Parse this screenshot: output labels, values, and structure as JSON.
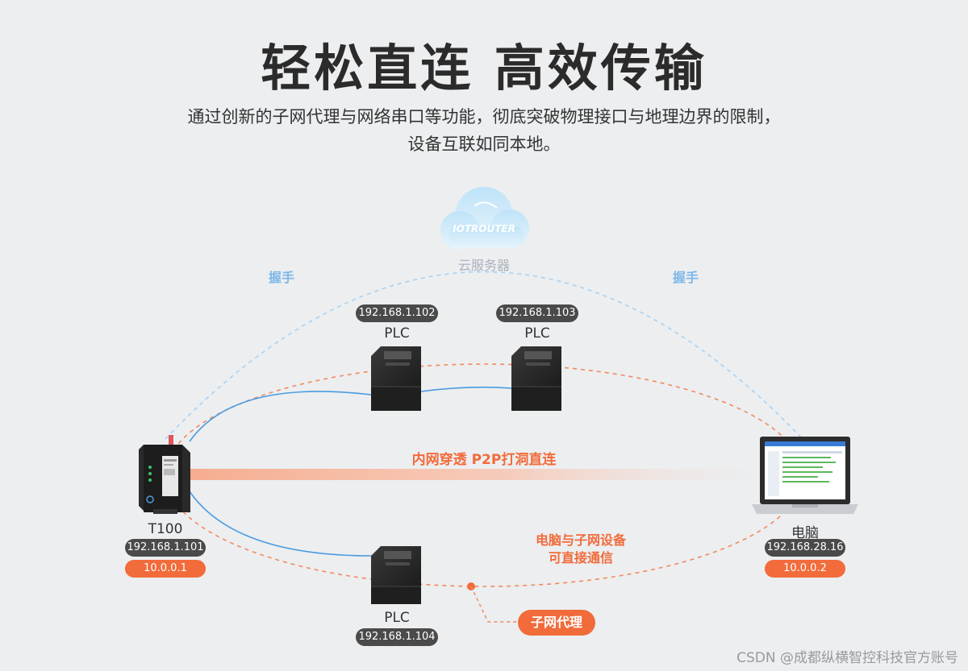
{
  "title": "轻松直连 高效传输",
  "subtitle_line1": "通过创新的子网代理与网络串口等功能，彻底突破物理接口与地理边界的限制，",
  "subtitle_line2": "设备互联如同本地。",
  "cloud": {
    "logo_text": "IOTROUTER",
    "label": "云服务器"
  },
  "handshake_left": "握手",
  "handshake_right": "握手",
  "plc1": {
    "ip": "192.168.1.102",
    "name": "PLC"
  },
  "plc2": {
    "ip": "192.168.1.103",
    "name": "PLC"
  },
  "plc3": {
    "ip": "192.168.1.104",
    "name": "PLC"
  },
  "router": {
    "name": "T100",
    "ip": "192.168.1.101",
    "vip": "10.0.0.1"
  },
  "pc": {
    "name": "电脑",
    "ip": "192.168.28.16",
    "vip": "10.0.0.2"
  },
  "p2p_label": "内网穿透 P2P打洞直连",
  "comm_label_1": "电脑与子网设备",
  "comm_label_2": "可直接通信",
  "proxy_label": "子网代理",
  "watermark": "CSDN @成都纵横智控科技官方账号",
  "colors": {
    "accent_orange": "#f26b3a",
    "link_blue": "#4a9be0",
    "handshake_blue": "#9ccaf0",
    "pill_dark": "#4a4a4a"
  }
}
